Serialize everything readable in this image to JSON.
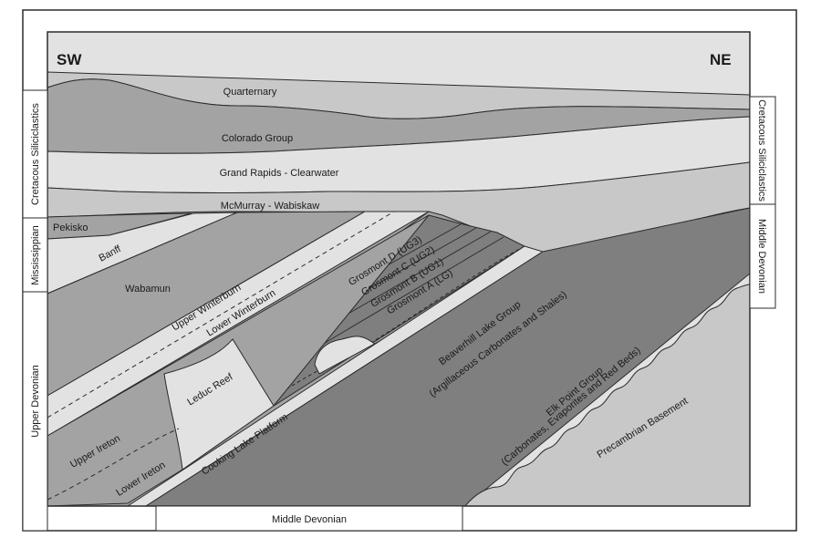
{
  "directions": {
    "left": "SW",
    "right": "NE"
  },
  "side_labels": {
    "left": [
      "Cretacous Siliciclastics",
      "Mississippian",
      "Upper Devonian"
    ],
    "right": [
      "Cretacous Siliciclastics",
      "Middle Devonian"
    ],
    "bottom": "Middle Devonian"
  },
  "units": {
    "quaternary": "Quarternary",
    "colorado": "Colorado Group",
    "grand_rapids": "Grand Rapids - Clearwater",
    "mcmurray": "McMurray - Wabiskaw",
    "pekisko": "Pekisko",
    "banff": "Banff",
    "wabamun": "Wabamun",
    "upper_winterburn": "Upper Winterburn",
    "lower_winterburn": "Lower Winterburn",
    "grosmont_d": "Grosmont D (UG3)",
    "grosmont_c": "Grosmont C (UG2)",
    "grosmont_b": "Grosmont B (UG1)",
    "grosmont_a": "Grosmont A (LG)",
    "beaverhill_1": "Beaverhill Lake Group",
    "beaverhill_2": "(Argillaceous Carbonates and Shales)",
    "leduc": "Leduc Reef",
    "cooking_lake": "Cooking Lake Platform",
    "upper_ireton": "Upper Ireton",
    "lower_ireton": "Lower Ireton",
    "elk_point_1": "Elk Point Group",
    "elk_point_2": "(Carbonates, Evaporites and Red Beds)",
    "precambrian": "Precambrian Basement"
  },
  "colors": {
    "light": "#e2e2e2",
    "medium": "#a3a3a3",
    "dark": "#7f7f7f",
    "stroke": "#2b2b2b"
  }
}
